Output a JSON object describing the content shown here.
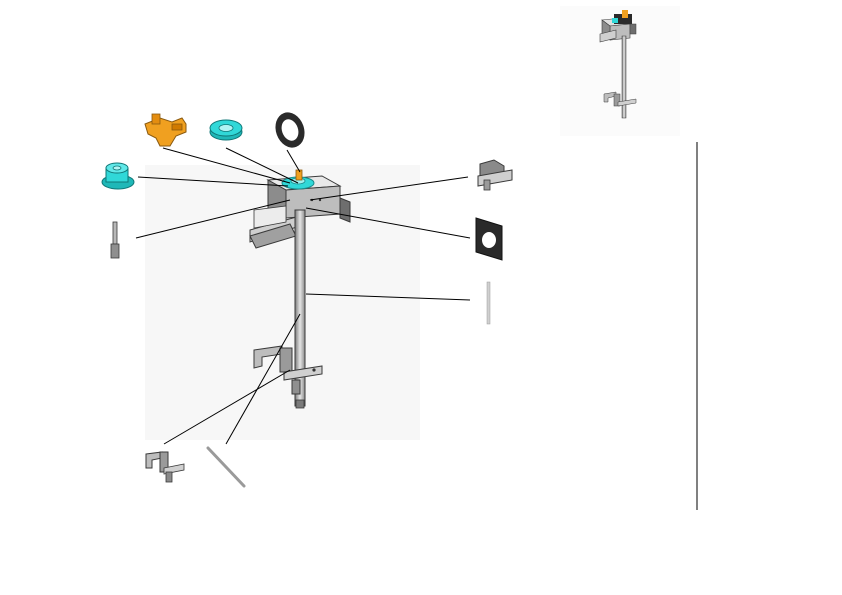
{
  "diagram": {
    "kind": "exploded-assembly-drawing",
    "colors": {
      "leader": "#000000",
      "metal_light": "#d9d9d9",
      "metal_mid": "#a6a6a6",
      "metal_dark": "#6e6e6e",
      "outline": "#3a3a3a",
      "orange_part": "#f0a020",
      "cyan_part": "#30d8d8",
      "dark_gasket": "#2a2a2a",
      "frame_line": "#000000"
    },
    "parts": [
      {
        "id": "orange-bracket",
        "color": "orange_part"
      },
      {
        "id": "cyan-gear-top",
        "color": "cyan_part"
      },
      {
        "id": "ring-gasket",
        "color": "dark_gasket"
      },
      {
        "id": "cyan-gear-left",
        "color": "cyan_part"
      },
      {
        "id": "pin-small",
        "color": "metal_mid"
      },
      {
        "id": "mount-bracket-right",
        "color": "metal_mid"
      },
      {
        "id": "square-gasket",
        "color": "dark_gasket"
      },
      {
        "id": "thin-rod",
        "color": "metal_mid"
      },
      {
        "id": "bottom-hook-bracket",
        "color": "metal_mid"
      },
      {
        "id": "diagonal-rod",
        "color": "metal_mid"
      }
    ],
    "thumbnail": {
      "present": true
    }
  }
}
